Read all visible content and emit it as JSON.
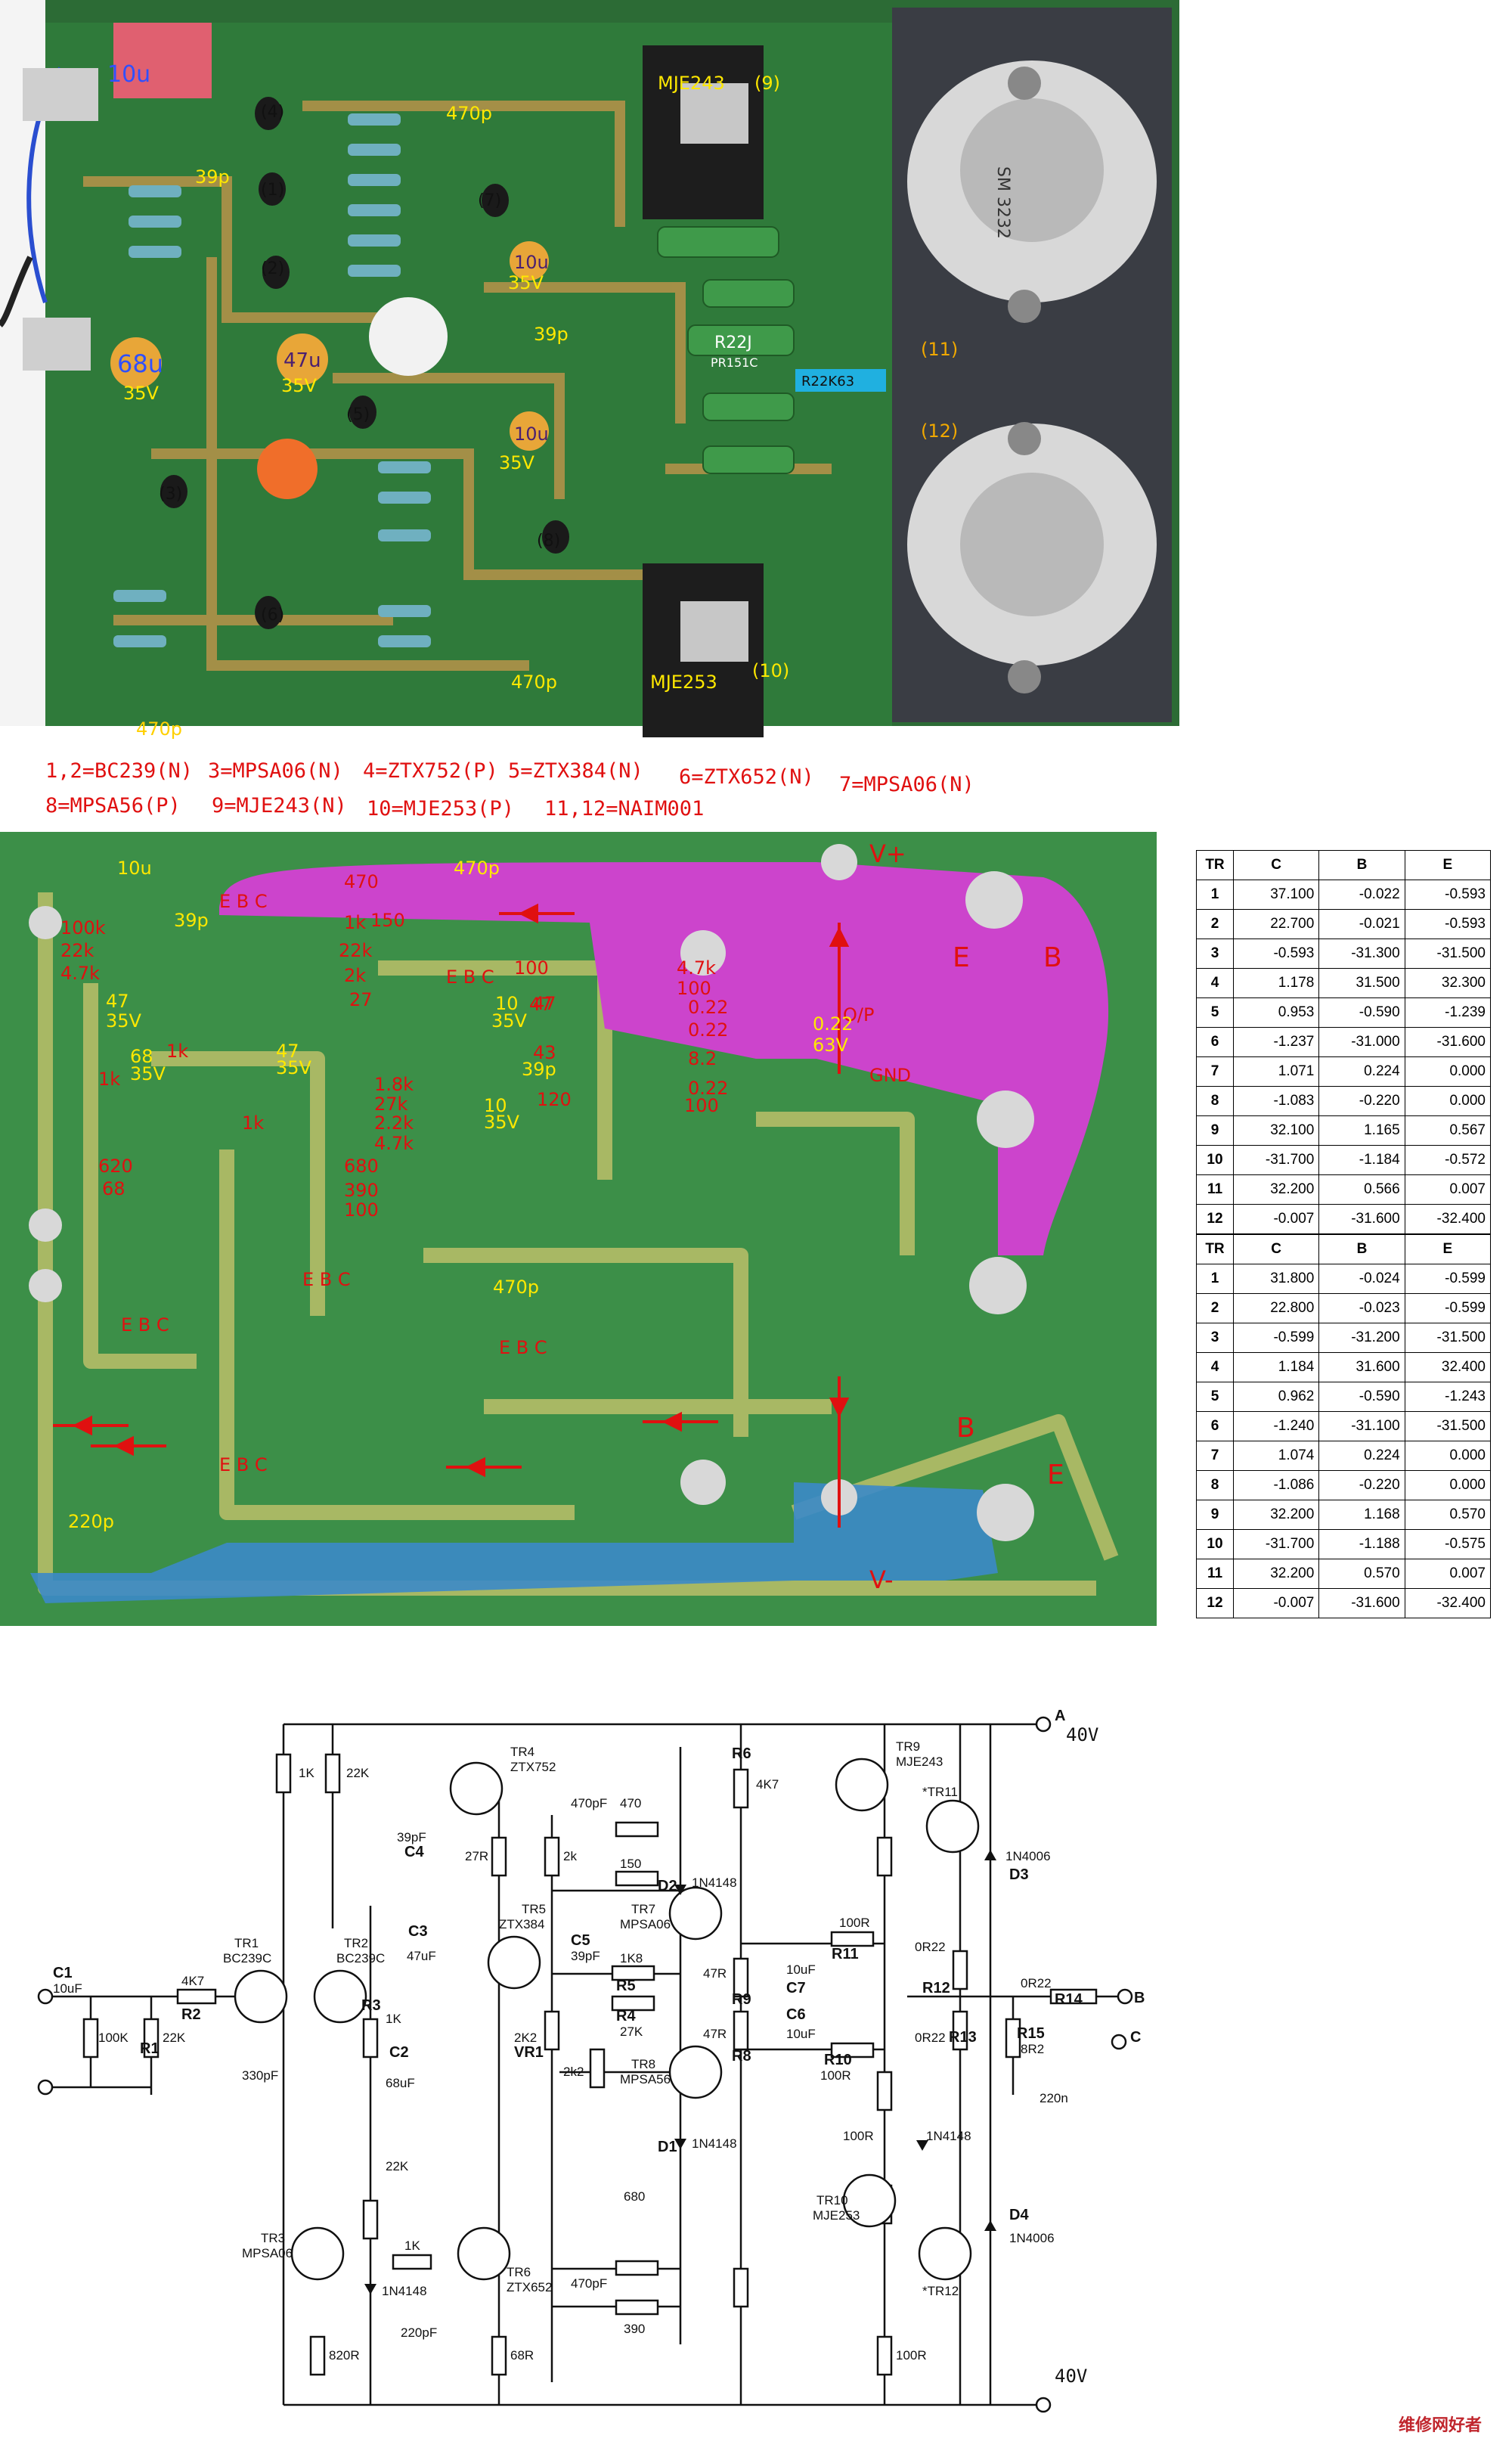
{
  "photo": {
    "component_labels": [
      {
        "id": "c10u",
        "text": "10u"
      },
      {
        "id": "c39p",
        "text": "39p"
      },
      {
        "id": "c470p_top",
        "text": "470p"
      },
      {
        "id": "mje243",
        "text": "MJE243"
      },
      {
        "id": "n9",
        "text": "(9)"
      },
      {
        "id": "n4",
        "text": "(4)"
      },
      {
        "id": "n1",
        "text": "(1)"
      },
      {
        "id": "n2",
        "text": "(2)"
      },
      {
        "id": "n7",
        "text": "(7)"
      },
      {
        "id": "c10u_b",
        "text": "10u"
      },
      {
        "id": "v35_a",
        "text": "35V"
      },
      {
        "id": "c39p_b",
        "text": "39p"
      },
      {
        "id": "c68u",
        "text": "68u"
      },
      {
        "id": "v35_b",
        "text": "35V"
      },
      {
        "id": "c47u",
        "text": "47u"
      },
      {
        "id": "v35_c",
        "text": "35V"
      },
      {
        "id": "n5",
        "text": "(5)"
      },
      {
        "id": "c10u_c",
        "text": "10u"
      },
      {
        "id": "v35_d",
        "text": "35V"
      },
      {
        "id": "n3",
        "text": "(3)"
      },
      {
        "id": "n8",
        "text": "(8)"
      },
      {
        "id": "n6",
        "text": "(6)"
      },
      {
        "id": "c470p_mid",
        "text": "470p"
      },
      {
        "id": "mje253",
        "text": "MJE253"
      },
      {
        "id": "n10",
        "text": "(10)"
      },
      {
        "id": "c470p_bot",
        "text": "470p"
      },
      {
        "id": "n11",
        "text": "(11)"
      },
      {
        "id": "n12",
        "text": "(12)"
      },
      {
        "id": "sm3232",
        "text": "SM 3232"
      },
      {
        "id": "r22",
        "text": "R22J"
      },
      {
        "id": "pr",
        "text": "PR151C"
      },
      {
        "id": "r22k63",
        "text": "R22K63"
      }
    ]
  },
  "legend": {
    "row1": [
      "1,2=BC239(N)",
      "3=MPSA06(N)",
      "4=ZTX752(P)",
      "5=ZTX384(N)",
      "6=ZTX652(N)",
      "7=MPSA06(N)"
    ],
    "row2": [
      "8=MPSA56(P)",
      "9=MJE243(N)",
      "10=MJE253(P)",
      "11,12=NAIM001"
    ]
  },
  "layout": {
    "labels_yellow": [
      "10u",
      "470p",
      "39p",
      "150",
      "35V",
      "10",
      "35V",
      "47",
      "35V",
      "68",
      "35V",
      "47",
      "39p",
      "10",
      "35V",
      "470p",
      "220p",
      "0.22",
      "63V"
    ],
    "labels_red": [
      "470",
      "1k",
      "22k",
      "2k",
      "27",
      "100k",
      "22k",
      "4.7k",
      "47",
      "1k",
      "1k",
      "100",
      "4.7k",
      "100",
      "47",
      "0.22",
      "0.22",
      "8.2",
      "0.22",
      "43",
      "1.8k",
      "27k",
      "120",
      "100",
      "1k",
      "2.2k",
      "4.7k",
      "680",
      "390",
      "100",
      "620",
      "68",
      "O/P",
      "GND",
      "V+",
      "V-",
      "E",
      "B",
      "B",
      "E"
    ],
    "ebc": "E B C"
  },
  "table1": {
    "headers": [
      "TR",
      "C",
      "B",
      "E"
    ],
    "rows": [
      [
        "1",
        "37.100",
        "-0.022",
        "-0.593"
      ],
      [
        "2",
        "22.700",
        "-0.021",
        "-0.593"
      ],
      [
        "3",
        "-0.593",
        "-31.300",
        "-31.500"
      ],
      [
        "4",
        "1.178",
        "31.500",
        "32.300"
      ],
      [
        "5",
        "0.953",
        "-0.590",
        "-1.239"
      ],
      [
        "6",
        "-1.237",
        "-31.000",
        "-31.600"
      ],
      [
        "7",
        "1.071",
        "0.224",
        "0.000"
      ],
      [
        "8",
        "-1.083",
        "-0.220",
        "0.000"
      ],
      [
        "9",
        "32.100",
        "1.165",
        "0.567"
      ],
      [
        "10",
        "-31.700",
        "-1.184",
        "-0.572"
      ],
      [
        "11",
        "32.200",
        "0.566",
        "0.007"
      ],
      [
        "12",
        "-0.007",
        "-31.600",
        "-32.400"
      ]
    ]
  },
  "table2": {
    "headers": [
      "TR",
      "C",
      "B",
      "E"
    ],
    "rows": [
      [
        "1",
        "31.800",
        "-0.024",
        "-0.599"
      ],
      [
        "2",
        "22.800",
        "-0.023",
        "-0.599"
      ],
      [
        "3",
        "-0.599",
        "-31.200",
        "-31.500"
      ],
      [
        "4",
        "1.184",
        "31.600",
        "32.400"
      ],
      [
        "5",
        "0.962",
        "-0.590",
        "-1.243"
      ],
      [
        "6",
        "-1.240",
        "-31.100",
        "-31.500"
      ],
      [
        "7",
        "1.074",
        "0.224",
        "0.000"
      ],
      [
        "8",
        "-1.086",
        "-0.220",
        "0.000"
      ],
      [
        "9",
        "32.200",
        "1.168",
        "0.570"
      ],
      [
        "10",
        "-31.700",
        "-1.188",
        "-0.575"
      ],
      [
        "11",
        "32.200",
        "0.570",
        "0.007"
      ],
      [
        "12",
        "-0.007",
        "-31.600",
        "-32.400"
      ]
    ]
  },
  "schematic": {
    "A": "A",
    "B": "B",
    "C": "C",
    "v_top": "40V",
    "v_bot": "40V",
    "labels": {
      "r1k": "1K",
      "r22k": "22K",
      "tr4": "TR4",
      "ztx752": "ZTX752",
      "c470pf": "470pF",
      "r470": "470",
      "r6": "R6",
      "r4k7": "4K7",
      "tr9": "TR9",
      "mje243": "MJE243",
      "tr11": "*TR11",
      "c39pf": "39pF",
      "c4": "C4",
      "r150": "150",
      "d2": "D2",
      "d2t": "1N4148",
      "r27r": "27R",
      "r2k": "2k",
      "tr5": "TR5",
      "ztx384": "ZTX384",
      "tr7": "TR7",
      "mpsa06": "MPSA06",
      "r100r_a": "100R",
      "r11": "R11",
      "d3n": "1N4006",
      "d3": "D3",
      "c3": "C3",
      "c3v": "47uF",
      "c5": "C5",
      "c5v": "39pF",
      "r5": "R5",
      "r1k8": "1K8",
      "r47r_a": "47R",
      "r9": "R9",
      "c7": "C7",
      "c7v": "10uF",
      "r12": "R12",
      "or22_a": "0R22",
      "c1": "C1",
      "c1v": "10uF",
      "r4k7b": "4K7",
      "r2": "R2",
      "tr1": "TR1",
      "bc239c_a": "BC239C",
      "tr2": "TR2",
      "bc239c_b": "BC239C",
      "r4": "R4",
      "r27k": "27K",
      "or22_b": "0R22",
      "r14": "R14",
      "r100k": "100K",
      "r1": "R1",
      "r22k_b": "22K",
      "r3": "R3",
      "r1k_b": "1K",
      "vr1": "VR1",
      "r2k2": "2K2",
      "r47r_b": "47R",
      "r8": "R8",
      "c6": "C6",
      "c6v": "10uF",
      "or22_c": "0R22",
      "r13": "R13",
      "r15": "R15",
      "r8r2": "8R2",
      "c220n": "220n",
      "c330pf": "330pF",
      "c2": "C2",
      "c2v": "68uF",
      "r2k2b": "2k2",
      "tr8": "TR8",
      "mpsa56": "MPSA56",
      "r10": "R10",
      "r100r_b": "100R",
      "d1": "D1",
      "d1t": "1N4148",
      "r22k_c": "22K",
      "r680": "680",
      "tr10": "TR10",
      "mje253": "MJE253",
      "d4": "D4",
      "d4t": "1N4006",
      "tr3": "TR3",
      "mpsa06_b": "MPSA06",
      "r1k_c": "1K",
      "tr6": "TR6",
      "ztx652": "ZTX652",
      "d5t": "1N4148",
      "c220pf": "220pF",
      "c470pf_b": "470pF",
      "r390": "390",
      "tr12": "*TR12",
      "r820r": "820R",
      "r68r": "68R",
      "r100r_c": "100R",
      "r100r_d": "100R",
      "r1n4148c": "1N4148"
    }
  },
  "watermark": "维修网好者"
}
